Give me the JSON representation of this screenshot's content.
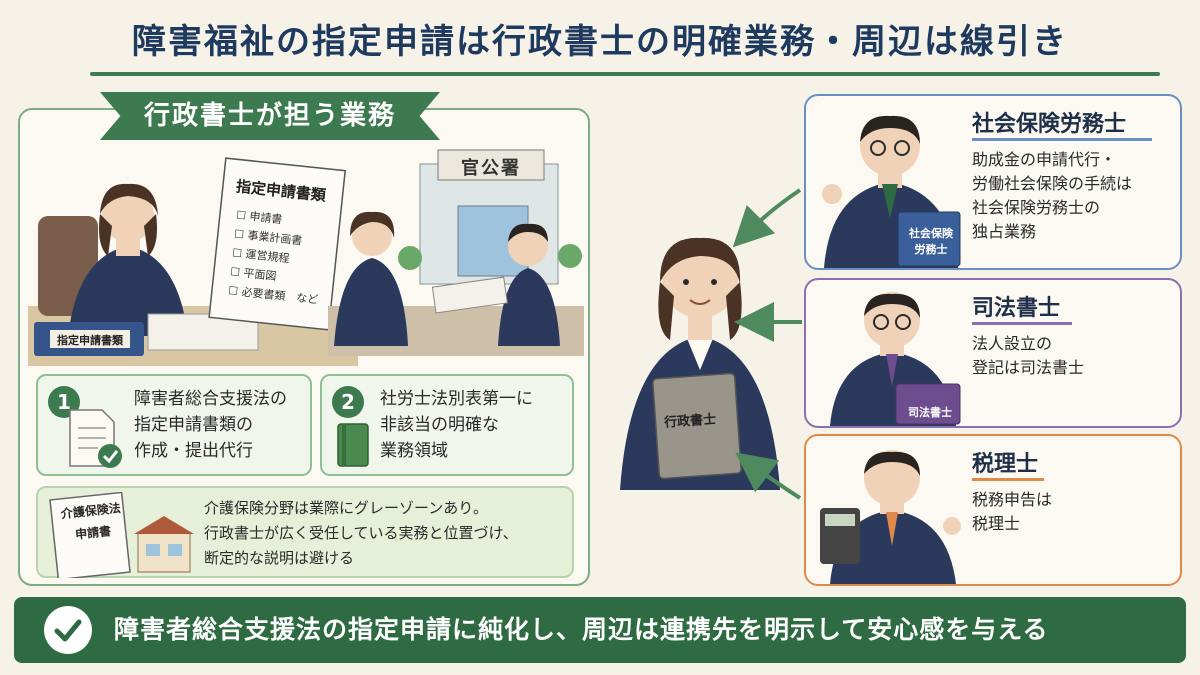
{
  "title": "障害福祉の指定申請は行政書士の明確業務・周辺は線引き",
  "left_panel": {
    "banner": "行政書士が担う業務",
    "documents_sheet": {
      "heading": "指定申請書類",
      "items": [
        "申請書",
        "事業計画書",
        "運営規程",
        "平面図",
        "必要書類　など"
      ]
    },
    "binder_label": "指定申請書類",
    "office_sign": "官公署",
    "card1": {
      "number": "1",
      "lines": [
        "障害者総合支援法の",
        "指定申請書類の",
        "作成・提出代行"
      ]
    },
    "card2": {
      "number": "2",
      "lines": [
        "社労士法別表第一に",
        "非該当の明確な",
        "業務領域"
      ]
    },
    "note": {
      "doc_lines": [
        "介護保険法",
        "申請書"
      ],
      "lines": [
        "介護保険分野は業際にグレーゾーンあり。",
        "行政書士が広く受任している実務と位置づけ、",
        "断定的な説明は避ける"
      ]
    }
  },
  "center": {
    "book_label": "行政書士"
  },
  "roles": [
    {
      "title": "社会保険労務士",
      "book_label": [
        "社会保険",
        "労務士"
      ],
      "lines": [
        "助成金の申請代行・",
        "労働社会保険の手続は",
        "社会保険労務士の",
        "独占業務"
      ],
      "color": "#6a8fc4"
    },
    {
      "title": "司法書士",
      "book_label": [
        "司法書士"
      ],
      "lines": [
        "法人設立の",
        "登記は司法書士"
      ],
      "color": "#8b6fb0"
    },
    {
      "title": "税理士",
      "book_label": [],
      "lines": [
        "税務申告は",
        "税理士"
      ],
      "color": "#e08a4a"
    }
  ],
  "bottom": {
    "text": "障害者総合支援法の指定申請に純化し、周辺は連携先を明示して安心感を与える"
  },
  "colors": {
    "green": "#3d7a4f",
    "navy": "#1f3a5f",
    "bg": "#f6f2e8"
  }
}
